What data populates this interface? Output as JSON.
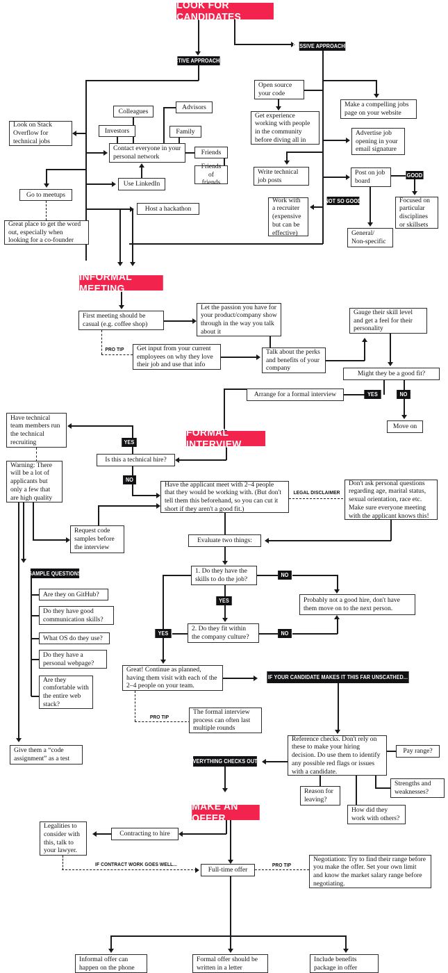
{
  "meta": {
    "accent_red": "#F2234C",
    "tag_black": "#111114",
    "line_color": "#1a1a1e"
  },
  "headers": {
    "look_for_candidates": "LOOK FOR CANDIDATES",
    "informal_meeting": "INFORMAL MEETING",
    "formal_interview": "FORMAL INTERVIEW",
    "make_an_offer": "MAKE AN OFFER"
  },
  "tags": {
    "active_approaches": "ACTIVE APPROACHES",
    "passive_approaches": "PASSIVE APPROACHES",
    "good": "GOOD",
    "not_so_good": "NOT SO GOOD",
    "pro_tip_1": "PRO TIP",
    "pro_tip_2": "PRO TIP",
    "pro_tip_3": "PRO TIP",
    "yes_fit": "YES",
    "no_fit": "NO",
    "yes_tech": "YES",
    "no_tech": "NO",
    "legal_disclaimer": "LEGAL DISCLAIMER",
    "sample_questions": "SAMPLE QUESTIONS",
    "no_skills": "NO",
    "yes_skills": "YES",
    "yes_culture": "YES",
    "no_culture": "NO",
    "candidate_unscathed": "IF YOUR CANDIDATE MAKES IT THIS FAR UNSCATHED...",
    "everything_checks_out": "EVERYTHING CHECKS OUT?",
    "if_contract_work": "IF CONTRACT WORK GOES WELL..."
  },
  "nodes": {
    "look_on_stack_overflow": "Look on Stack Overflow for technical jobs",
    "colleagues": "Colleagues",
    "investors": "Investors",
    "advisors": "Advisors",
    "family": "Family",
    "friends": "Friends",
    "friends_of_friends": "Friends of friends",
    "contact_everyone": "Contact everyone in your personal network",
    "use_linkedin": "Use LinkedIn",
    "go_to_meetups": "Go to meetups",
    "great_place": "Great place to get the word out, especially when looking for a co-founder",
    "host_hackathon": "Host a hackathon",
    "open_source": "Open source your code",
    "get_experience": "Get experience working with people in the community before diving all in",
    "write_technical": "Write technical job posts",
    "work_with_recruiter": "Work with a recruiter (expensive but can be effective)",
    "compelling_jobs_page": "Make a compelling jobs page on your website",
    "advertise_job": "Advertise job opening in your email signature",
    "post_job_board": "Post on job board",
    "focused_disciplines": "Focused on particular disciplines or skillsets",
    "general_nonspecific": "General/ Non-specific",
    "first_meeting": "First meeting should be casual (e.g. coffee shop)",
    "let_passion": "Let the passion you have for your product/company show through in the way you talk about it",
    "get_input": "Get input from your current employees on why they love their job and use that info",
    "talk_perks": "Talk about the perks and benefits of your company",
    "gauge_skill": "Gauge their skill level and get a feel for their personality",
    "might_good_fit": "Might they be a good fit?",
    "move_on": "Move on",
    "arrange_formal": "Arrange for a formal interview",
    "have_technical_team": "Have technical team members run the  technical recruiting",
    "warning_applicants": "Warning: There will be a lot of applicants but only a few that are high quality",
    "is_technical_hire": "Is this a technical hire?",
    "have_applicant_meet": "Have the applicant meet with 2–4 people that they would be working with. (But don't tell them this beforehand, so you can cut it short if they aren't a good fit.)",
    "dont_ask_personal": "Don't ask personal questions regarding age, marital status, sexual orientation, race etc. Make sure everyone meeting with the applicant knows this!",
    "request_code_samples": "Request code samples before the interview",
    "evaluate_two_things": "Evaluate two things:",
    "q_skills": "1. Do they have the skills to do the job?",
    "q_culture": "2. Do they fit within the company culture?",
    "probably_not_good_hire": "Probably not a good hire, don't have them move on to the next person.",
    "great_continue": "Great! Continue as planned, having them visit with each of the 2–4 people on your team.",
    "formal_process_rounds": "The formal interview process can often last multiple rounds",
    "reference_checks": "Reference checks. Don't rely on these to make your hiring decision. Do use them to identify any possible red flags or issues with a candidate.",
    "pay_range": "Pay range?",
    "strengths_weaknesses": "Strengths and weaknesses?",
    "reason_for_leaving": "Reason for leaving?",
    "how_work_others": "How did they work with others?",
    "give_code_assignment": "Give them a “code assignment” as a test",
    "contracting_to_hire": "Contracting to hire",
    "legalities": "Legalities to consider with this, talk to your lawyer.",
    "full_time_offer": "Full-time offer",
    "negotiation": "Negotiation: Try to find their range before you make the offer. Set your own limit and know the market salary range before negotiating.",
    "informal_offer": "Informal offer can happen on the phone",
    "formal_offer": "Formal offer should be written in a letter",
    "include_benefits": "Include benefits package in offer"
  },
  "sample_questions": [
    "Are they on GitHub?",
    "Do they have good communication skills?",
    "What OS do they use?",
    "Do they have a personal webpage?",
    "Are they comfortable with the entire web stack?"
  ]
}
